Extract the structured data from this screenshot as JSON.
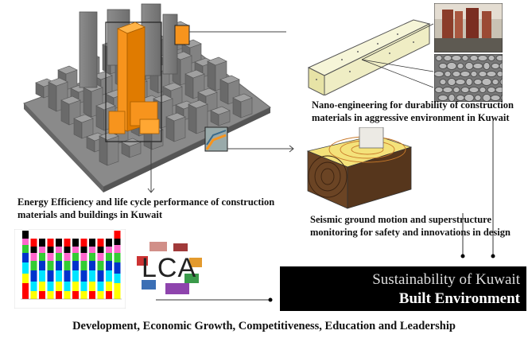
{
  "captions": {
    "energy": "Energy Efficiency and life cycle performance of construction materials and buildings in Kuwait",
    "nano": "Nano-engineering for durability of construction materials in aggressive environment in Kuwait",
    "seismic": "Seismic ground motion and superstructure monitoring for safety and innovations in design"
  },
  "lca": {
    "label": "LCA"
  },
  "banner": {
    "line1": "Sustainability of Kuwait",
    "line2": "Built Environment"
  },
  "footer": "Development, Economic Growth, Competitiveness, Education and Leadership",
  "colors": {
    "accent": "#f7941d",
    "banner": "#000000",
    "building": "#7a7a7a"
  }
}
